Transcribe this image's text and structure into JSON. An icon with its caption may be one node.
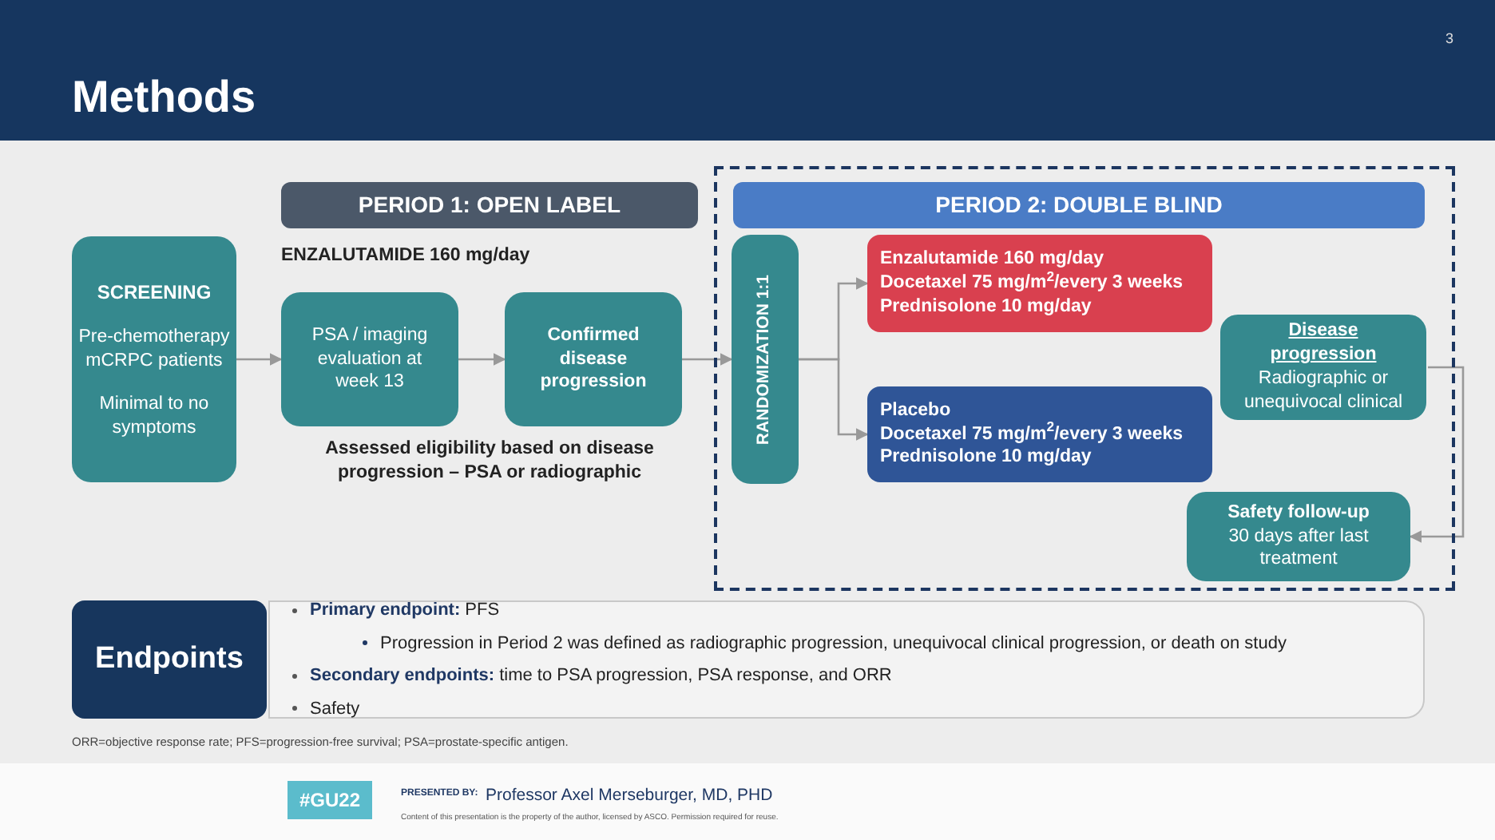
{
  "diagram": {
    "title": "Methods",
    "nodes": [
      {
        "text": [
          "PERIOD 1: OPEN LABEL"
        ]
      },
      {
        "text": [
          "SCREENING",
          "Pre-chemotherapy mCRPC patients",
          "Minimal to no symptoms"
        ]
      },
      {
        "text": [
          "PSA / imaging evaluation at week 13"
        ]
      },
      {
        "text": [
          "Confirmed disease progression"
        ]
      },
      {
        "text": [],
        "shape": "box"
      },
      {
        "text": [
          "PERIOD 2: DOUBLE BLIND"
        ],
        "in": 4
      },
      {
        "text": [
          "RANDOMIZATION 1:1"
        ],
        "in": 4
      },
      {
        "text": [
          "Enzalutamide 160 mg/day",
          "Docetaxel 75 mg/m$^{2}$/every 3 weeks",
          "Prednisolone 10 mg/day"
        ],
        "in": 4
      },
      {
        "text": [
          "Placebo",
          "Docetaxel 75 mg/m$^{2}$/every 3 weeks",
          "Prednisolone 10 mg/day"
        ],
        "in": 4
      },
      {
        "text": [
          "Disease progression",
          "Radiographic or unequivocal clinical"
        ],
        "in": 4
      },
      {
        "text": [
          "Safety follow-up",
          "30 days after last treatment"
        ],
        "in": 4
      },
      {
        "text": [
          "**Primary endpoint:** PFS",
          "Progression in Period 2 was defined as radiographic progression, unequivocal clinical progression, or death on study",
          "**Secondary endpoints:** time to PSA progression, PSA response, and ORR",
          "Safety"
        ]
      },
      {
        "text": [
          "Endpoints"
        ]
      }
    ],
    "edges": [
      {
        "from": 1,
        "to": 2,
        "arrow": "to"
      },
      {
        "from": 2,
        "to": 3,
        "arrow": "to"
      },
      {
        "from": 3,
        "to": 6,
        "arrow": "to"
      },
      {
        "from": 6,
        "to": 7,
        "arrow": "to"
      },
      {
        "from": 6,
        "to": 8,
        "arrow": "to"
      },
      {
        "from": 9,
        "to": 10,
        "arrow": "to"
      }
    ],
    "labels": [
      "3",
      "ENZALUTAMIDE 160 mg/day",
      "Assessed eligibility based on disease progression – PSA or radiographic",
      "ORR=objective response rate; PFS=progression-free survival; PSA=prostate-specific antigen.",
      "#GU22",
      "PRESENTED BY:",
      "Professor Axel Merseburger, MD, PHD",
      "Content of this presentation is the property of the author, licensed by ASCO. Permission required for reuse."
    ]
  }
}
